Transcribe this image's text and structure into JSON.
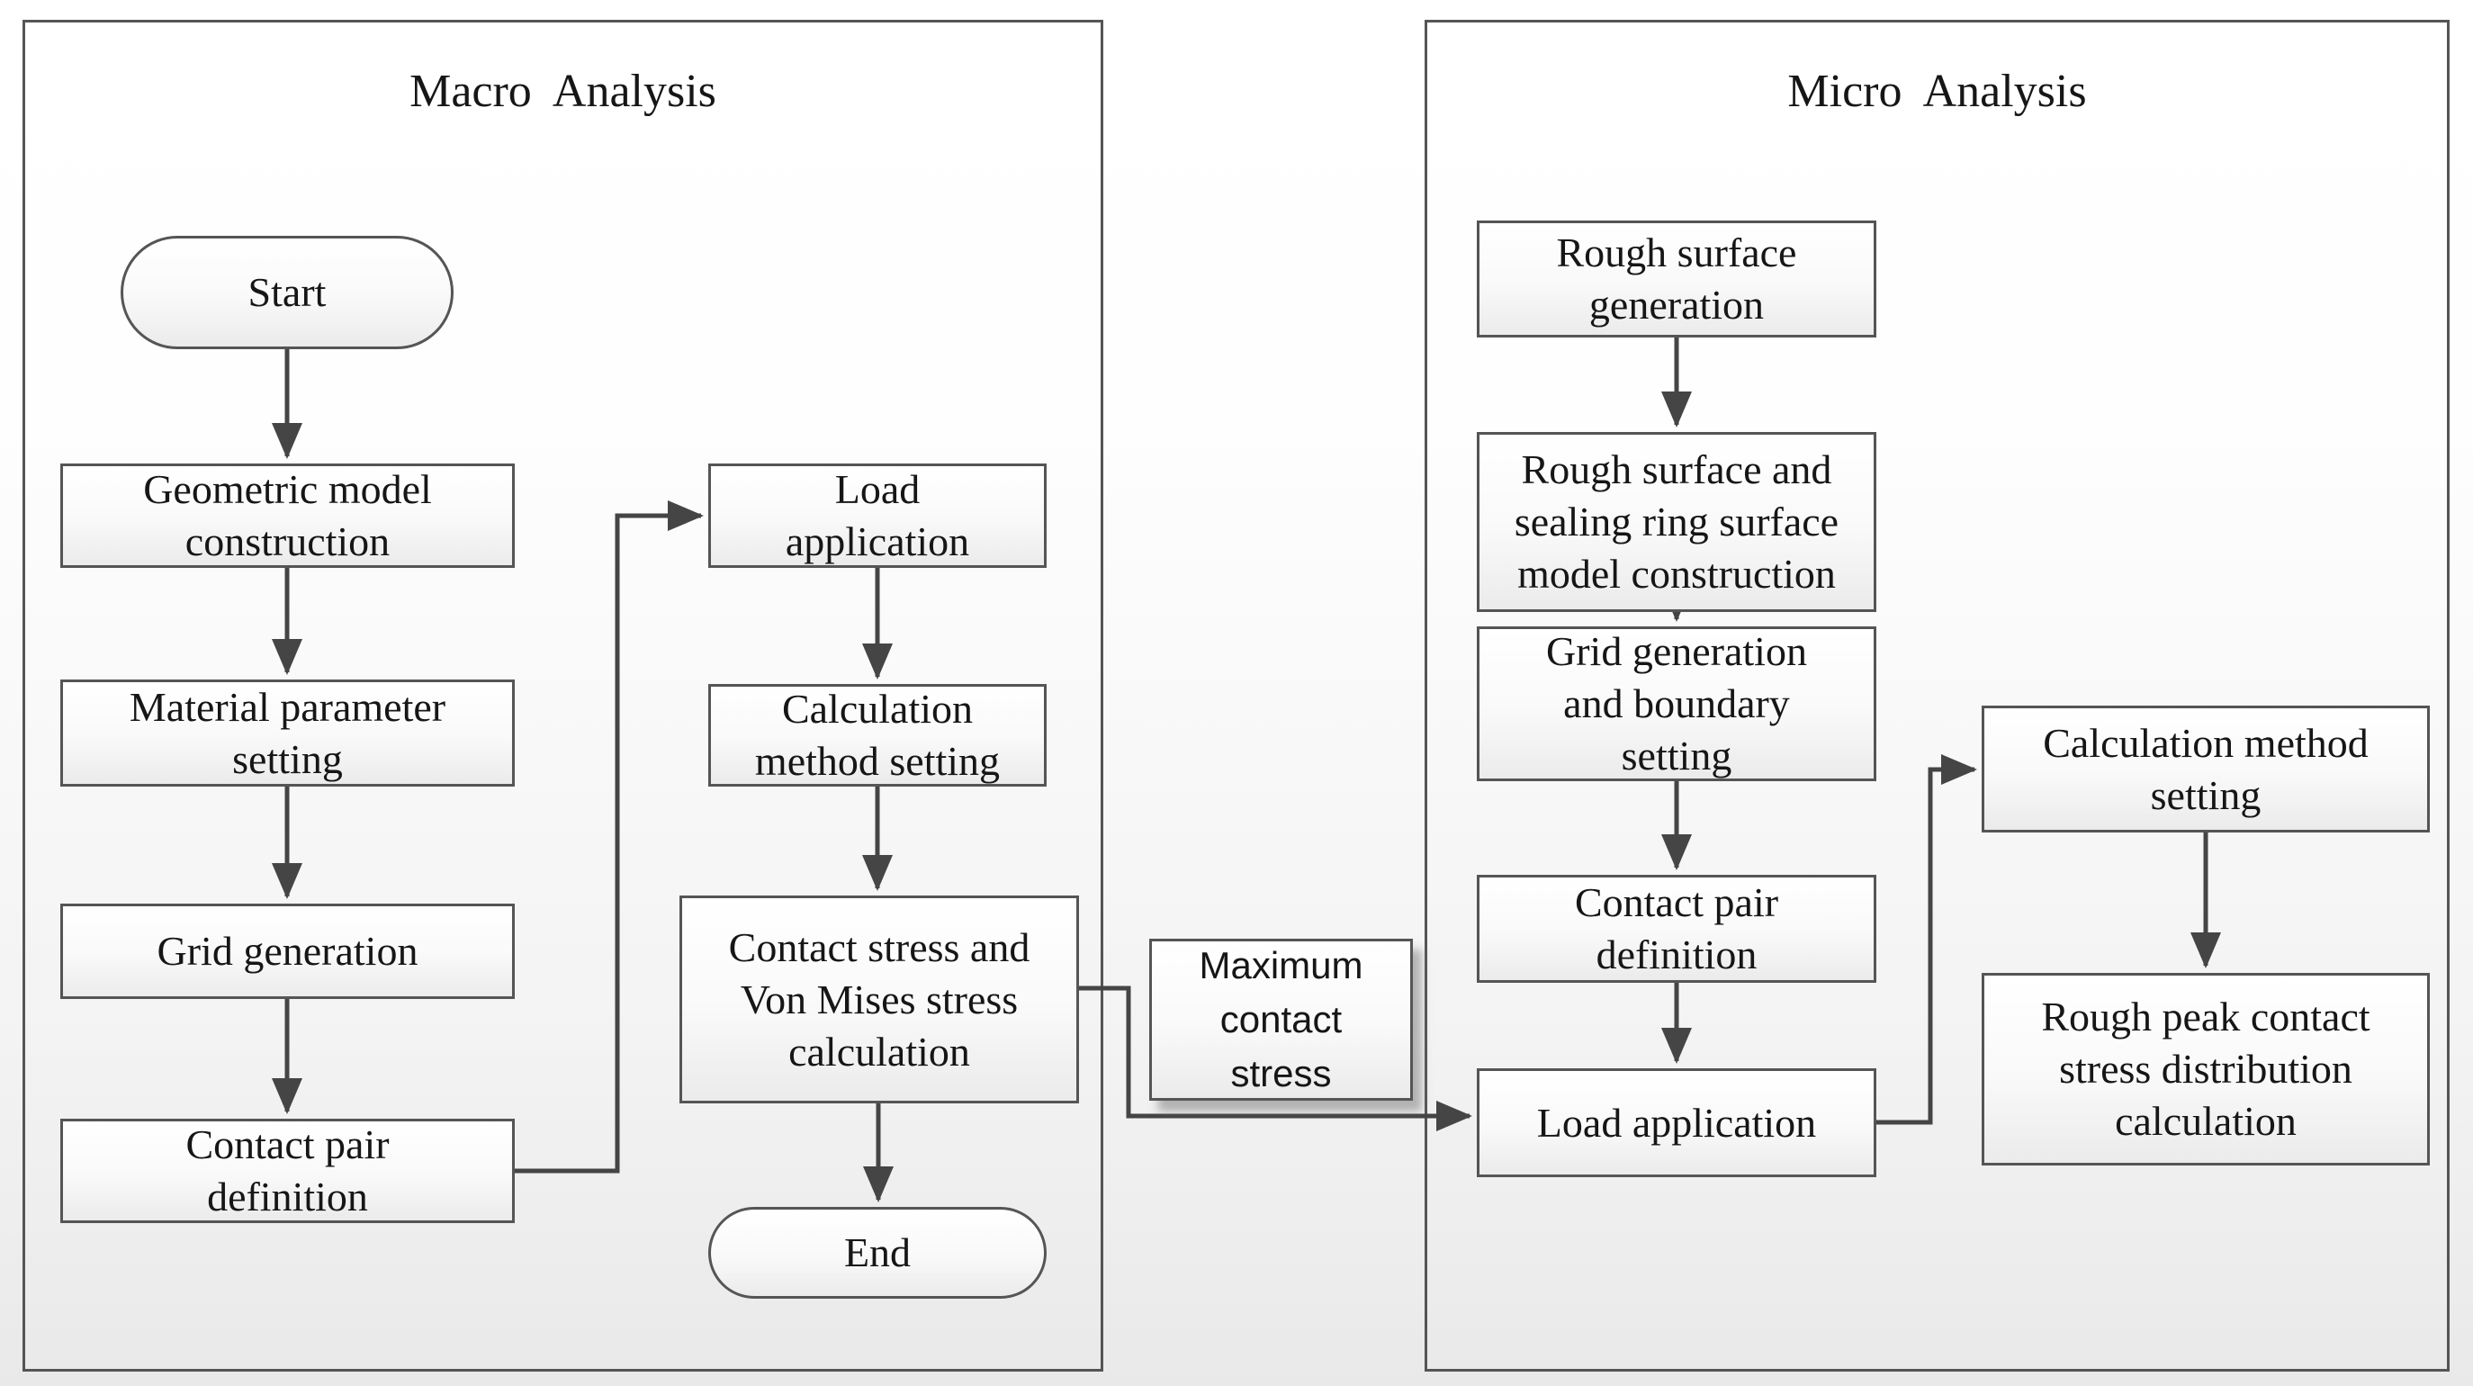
{
  "macro": {
    "title": "Macro  Analysis",
    "nodes": {
      "start": {
        "label": "Start"
      },
      "geometric": {
        "label": "Geometric model\nconstruction"
      },
      "material": {
        "label": "Material parameter\nsetting"
      },
      "grid": {
        "label": "Grid generation"
      },
      "contact_pair": {
        "label": "Contact pair\ndefinition"
      },
      "load": {
        "label": "Load\napplication"
      },
      "calc_method": {
        "label": "Calculation\nmethod setting"
      },
      "stress_calc": {
        "label": "Contact stress and\nVon Mises stress\ncalculation"
      },
      "end": {
        "label": "End"
      }
    },
    "edges": [
      "start->geometric",
      "geometric->material",
      "material->grid",
      "grid->contact_pair",
      "contact_pair->load",
      "load->calc_method",
      "calc_method->stress_calc",
      "stress_calc->end"
    ]
  },
  "bridge": {
    "label": "Maximum\ncontact\nstress"
  },
  "micro": {
    "title": "Micro  Analysis",
    "nodes": {
      "rough_surface": {
        "label": "Rough surface\ngeneration"
      },
      "rough_model": {
        "label": "Rough surface and\nsealing ring surface\nmodel construction"
      },
      "grid_boundary": {
        "label": "Grid generation\nand boundary\nsetting"
      },
      "contact_pair": {
        "label": "Contact pair\ndefinition"
      },
      "load": {
        "label": "Load application"
      },
      "calc_method": {
        "label": "Calculation method\nsetting"
      },
      "rough_peak": {
        "label": "Rough peak contact\nstress distribution\ncalculation"
      }
    },
    "edges": [
      "rough_surface->rough_model",
      "rough_model->grid_boundary",
      "grid_boundary->contact_pair",
      "contact_pair->load",
      "load->calc_method",
      "calc_method->rough_peak"
    ]
  },
  "cross_edge": "macro.stress_calc -> (Maximum contact stress) -> micro.load",
  "colors": {
    "node_border": "#555555",
    "node_fill_top": "#ffffff",
    "node_fill_bottom": "#ebebeb",
    "arrow": "#454545",
    "text": "#161616",
    "panel_border": "#555555",
    "background_bottom": "#e9e9e9"
  }
}
